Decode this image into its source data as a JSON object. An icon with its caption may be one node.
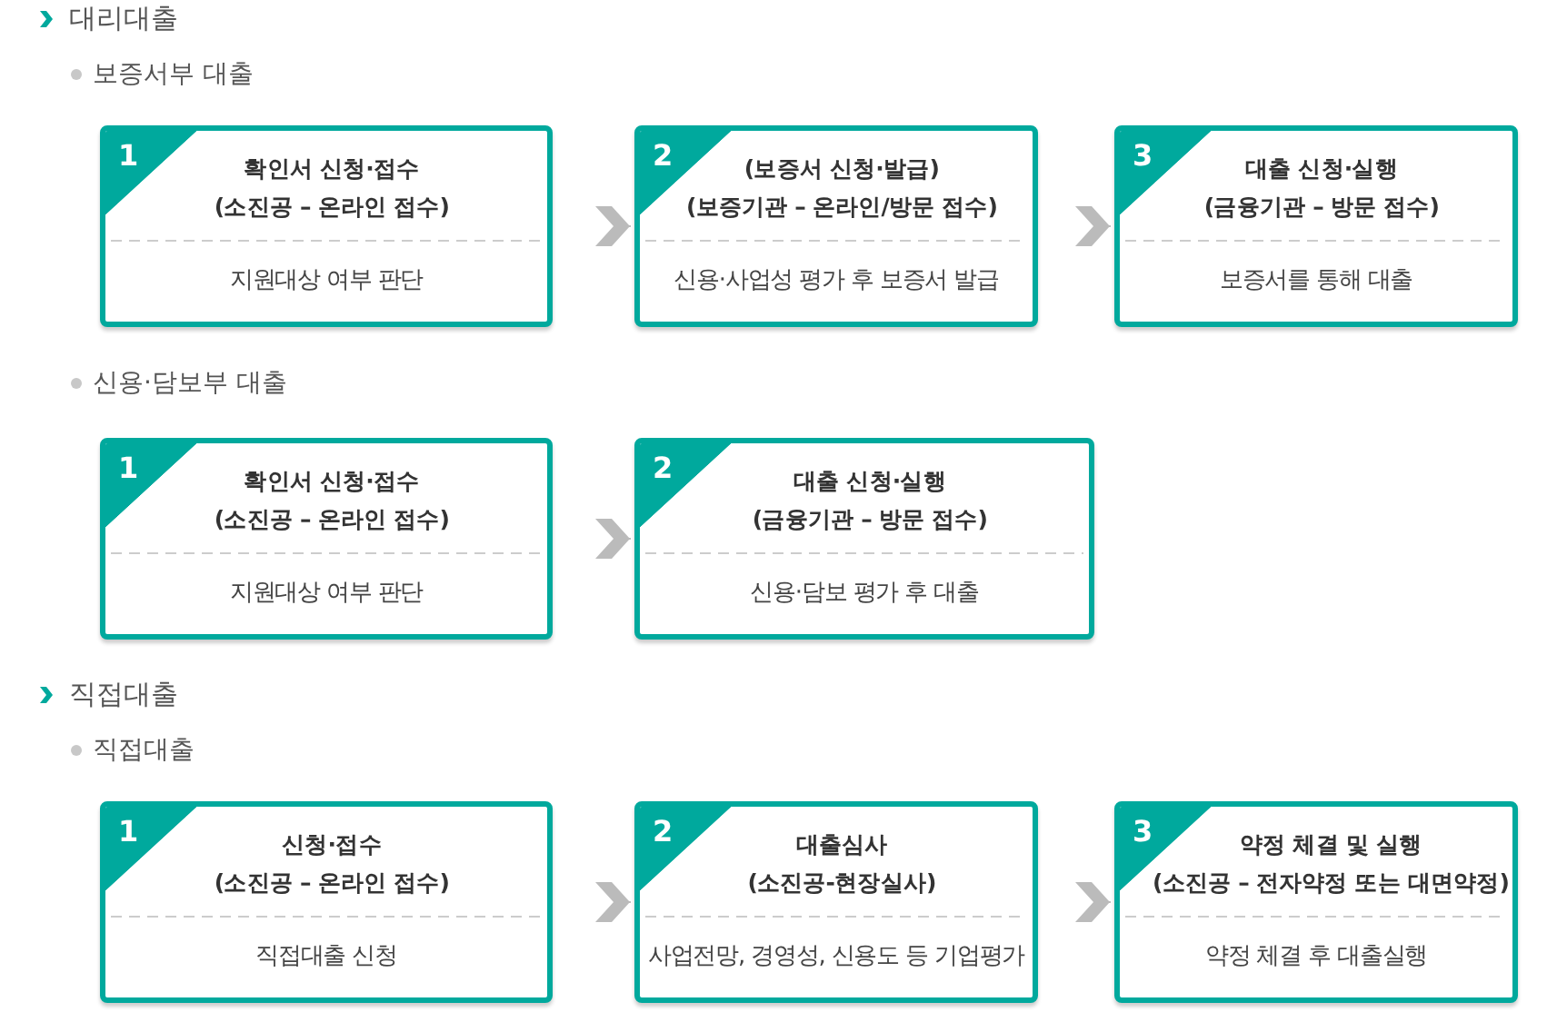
{
  "diagram": {
    "nodes": [
      {
        "text": [
          "1",
          "확인서 신청·접수 (소진공 – 온라인 접수)",
          "지원대상 여부 판단"
        ]
      },
      {
        "text": [
          "2",
          "(보증서 신청·발급) (보증기관 – 온라인/방문 접수)",
          "신용·사업성 평가 후 보증서 발급"
        ]
      },
      {
        "text": [
          "3",
          "대출 신청·실행 (금융기관 – 방문 접수)",
          "보증서를 통해 대출"
        ]
      },
      {
        "text": [
          "1",
          "확인서 신청·접수 (소진공 – 온라인 접수)",
          "지원대상 여부 판단"
        ]
      },
      {
        "text": [
          "2",
          "대출 신청·실행 (금융기관 – 방문 접수)",
          "신용·담보 평가 후 대출"
        ]
      },
      {
        "text": [
          "1",
          "신청·접수 (소진공 – 온라인 접수)",
          "직접대출 신청"
        ]
      },
      {
        "text": [
          "2",
          "대출심사 (소진공-현장실사)",
          "사업전망, 경영성, 신용도 등 기업평가"
        ]
      },
      {
        "text": [
          "3",
          "약정 체결 및 실행 (소진공 – 전자약정 또는 대면약정)",
          "약정 체결 후 대출실행"
        ]
      }
    ],
    "edges": [
      {
        "from": 0,
        "to": 1,
        "arrow": "to"
      },
      {
        "from": 1,
        "to": 2,
        "arrow": "to"
      },
      {
        "from": 3,
        "to": 4,
        "arrow": "to"
      },
      {
        "from": 5,
        "to": 6,
        "arrow": "to"
      },
      {
        "from": 6,
        "to": 7,
        "arrow": "to"
      }
    ],
    "labels": [
      "대리대출",
      "보증서부 대출",
      "신용·담보부 대출",
      "직접대출",
      "직접대출"
    ]
  }
}
